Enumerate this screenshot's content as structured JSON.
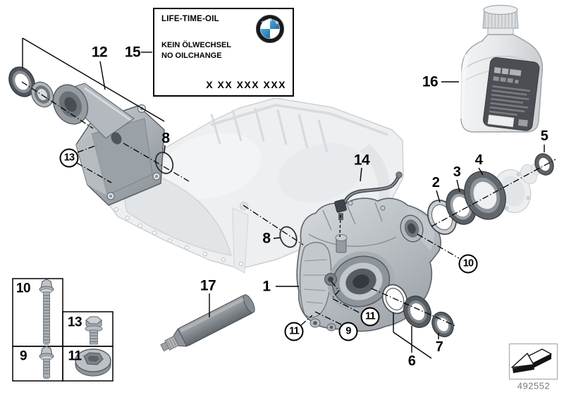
{
  "plate": {
    "title": "LIFE-TIME-OIL",
    "line_de": "KEIN ÖLWECHSEL",
    "line_en": "NO OILCHANGE",
    "code": "X XX XXX XXX",
    "logo_letters": {
      "b": "B",
      "m": "M",
      "w": "W"
    }
  },
  "callouts": {
    "c1": "1",
    "c2": "2",
    "c3": "3",
    "c4": "4",
    "c5": "5",
    "c6": "6",
    "c7": "7",
    "c8_upper": "8",
    "c8_lower": "8",
    "c9": "9",
    "c10": "10",
    "c11_left": "11",
    "c11_right": "11",
    "c12": "12",
    "c13": "13",
    "c14": "14",
    "c15": "15",
    "c16": "16",
    "c17": "17"
  },
  "inset": {
    "cell_10": "10",
    "cell_13": "13",
    "cell_9": "9",
    "cell_11": "11"
  },
  "footer": {
    "diagram_number": "492552"
  },
  "icons": {
    "logo": "bmw-roundel-icon",
    "direction": "direction-arrow-icon"
  },
  "colors": {
    "line_black": "#000000",
    "ghost_gray": "#edeff1",
    "part_gray": "#aab0b6",
    "bmw_blue": "#2e8fc6",
    "bottle_label": "#4b4f53",
    "footnote_gray": "#77797c"
  }
}
